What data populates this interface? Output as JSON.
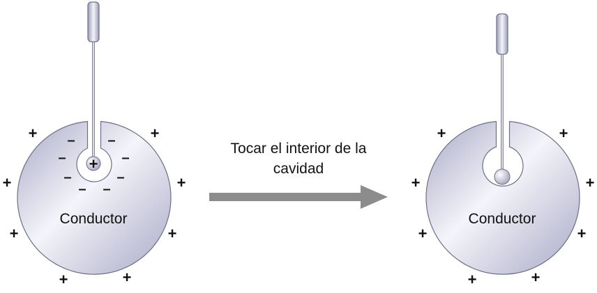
{
  "colors": {
    "conductor_light": "#f4f4fa",
    "conductor_dark": "#a9a9c6",
    "outline": "#6e6e88",
    "arrow": "#8c8c8c",
    "text": "#111111"
  },
  "arrow_label": {
    "line1": "Tocar el interior de la",
    "line2": "cavidad"
  },
  "left_panel": {
    "conductor_label": "Conductor",
    "outer_charge": "+",
    "inner_wall_charge": "–",
    "sphere_charge": "+"
  },
  "right_panel": {
    "conductor_label": "Conductor",
    "outer_charge": "+"
  }
}
